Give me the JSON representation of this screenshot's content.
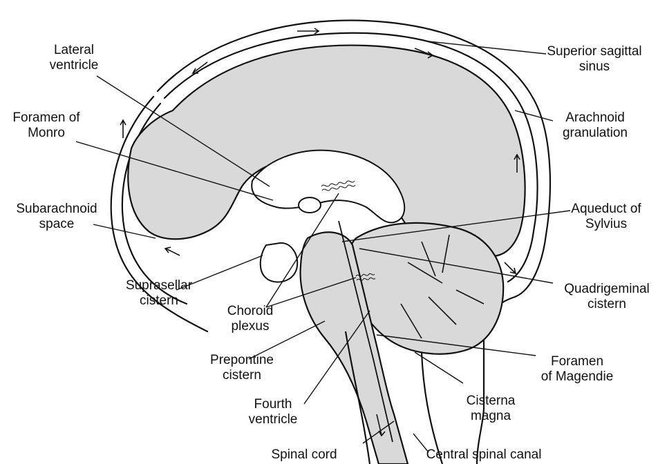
{
  "diagram": {
    "labels": {
      "lateral_ventricle": "Lateral\nventricle",
      "foramen_of_monro": "Foramen of\nMonro",
      "subarachnoid_space": "Subarachnoid\nspace",
      "suprasellar_cistern": "Suprasellar\ncistern",
      "choroid_plexus": "Choroid\nplexus",
      "prepontine_cistern": "Prepontine\ncistern",
      "fourth_ventricle": "Fourth\nventricle",
      "spinal_cord": "Spinal cord",
      "superior_sagittal_sinus": "Superior sagittal\nsinus",
      "arachnoid_granulation": "Arachnoid\ngranulation",
      "aqueduct_of_sylvius": "Aqueduct of\nSylvius",
      "quadrigeminal_cistern": "Quadrigeminal\ncistern",
      "foramen_of_magendie": "Foramen\nof Magendie",
      "cisterna_magna": "Cisterna\nmagna",
      "central_spinal_canal": "Central spinal canal"
    },
    "colors": {
      "brain_fill": "#d9d9d9",
      "csf_fill": "#ffffff",
      "ink": "#111111"
    }
  }
}
